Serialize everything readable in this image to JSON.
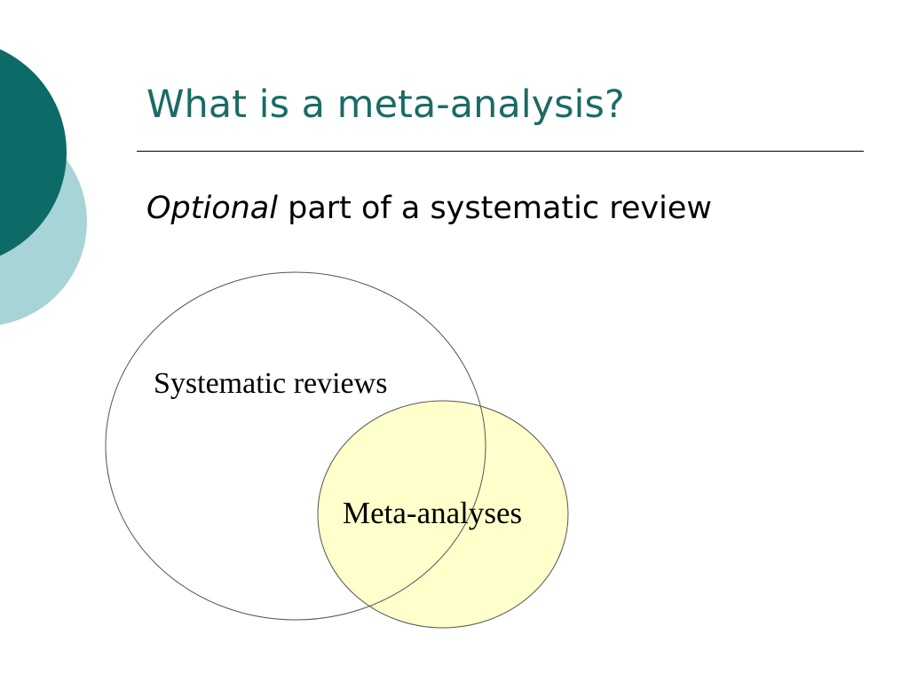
{
  "slide": {
    "title": "What is a meta-analysis?",
    "subtitle_emphasis": "Optional",
    "subtitle_rest": " part of a systematic review"
  },
  "venn": {
    "outer_label": "Systematic reviews",
    "inner_label": "Meta-analyses"
  },
  "colors": {
    "title": "#1b6b66",
    "decor_dark": "#0c6a67",
    "decor_light": "#a7d4d6",
    "inner_fill": "#ffffcc"
  },
  "decorations": [
    "dark-teal-circle",
    "light-teal-circle"
  ]
}
